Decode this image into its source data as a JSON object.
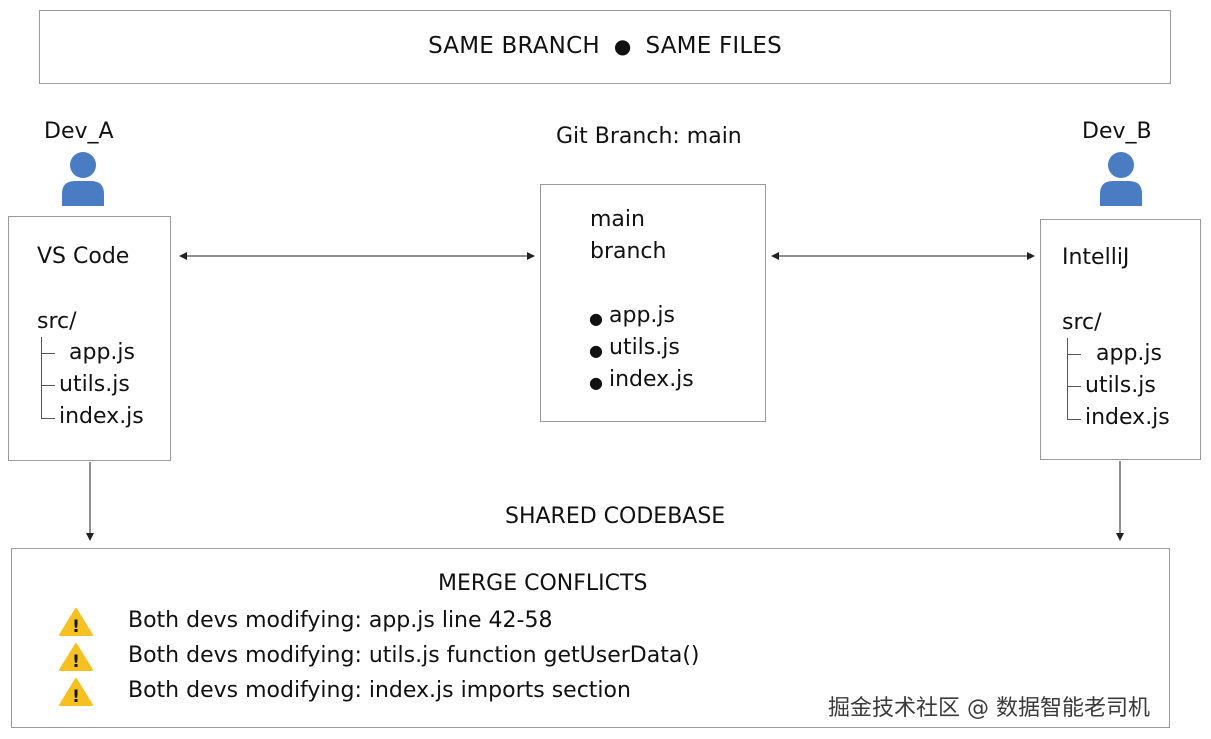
{
  "banner": {
    "left": "SAME BRANCH",
    "dot": "●",
    "right": "SAME FILES"
  },
  "dev_a": {
    "label": "Dev_A",
    "ide": "VS Code",
    "folder": "src/",
    "files": [
      "app.js",
      "utils.js",
      "index.js"
    ]
  },
  "dev_b": {
    "label": "Dev_B",
    "ide": "IntelliJ",
    "folder": "src/",
    "files": [
      "app.js",
      "utils.js",
      "index.js"
    ]
  },
  "git": {
    "title": "Git Branch: main",
    "box_line1": "main",
    "box_line2": "branch",
    "bullet": "●",
    "files": [
      "app.js",
      "utils.js",
      "index.js"
    ]
  },
  "shared_label": "SHARED CODEBASE",
  "conflicts": {
    "title": "MERGE CONFLICTS",
    "items": [
      "Both devs modifying: app.js line 42-58",
      "Both devs modifying: utils.js function getUserData()",
      "Both devs modifying: index.js imports section"
    ],
    "warning_glyph": "!"
  },
  "watermark": "掘金技术社区 @ 数据智能老司机",
  "colors": {
    "person_icon": "#4a7cc4",
    "warning_fill": "#f5c020",
    "border": "#9a9a9a"
  }
}
